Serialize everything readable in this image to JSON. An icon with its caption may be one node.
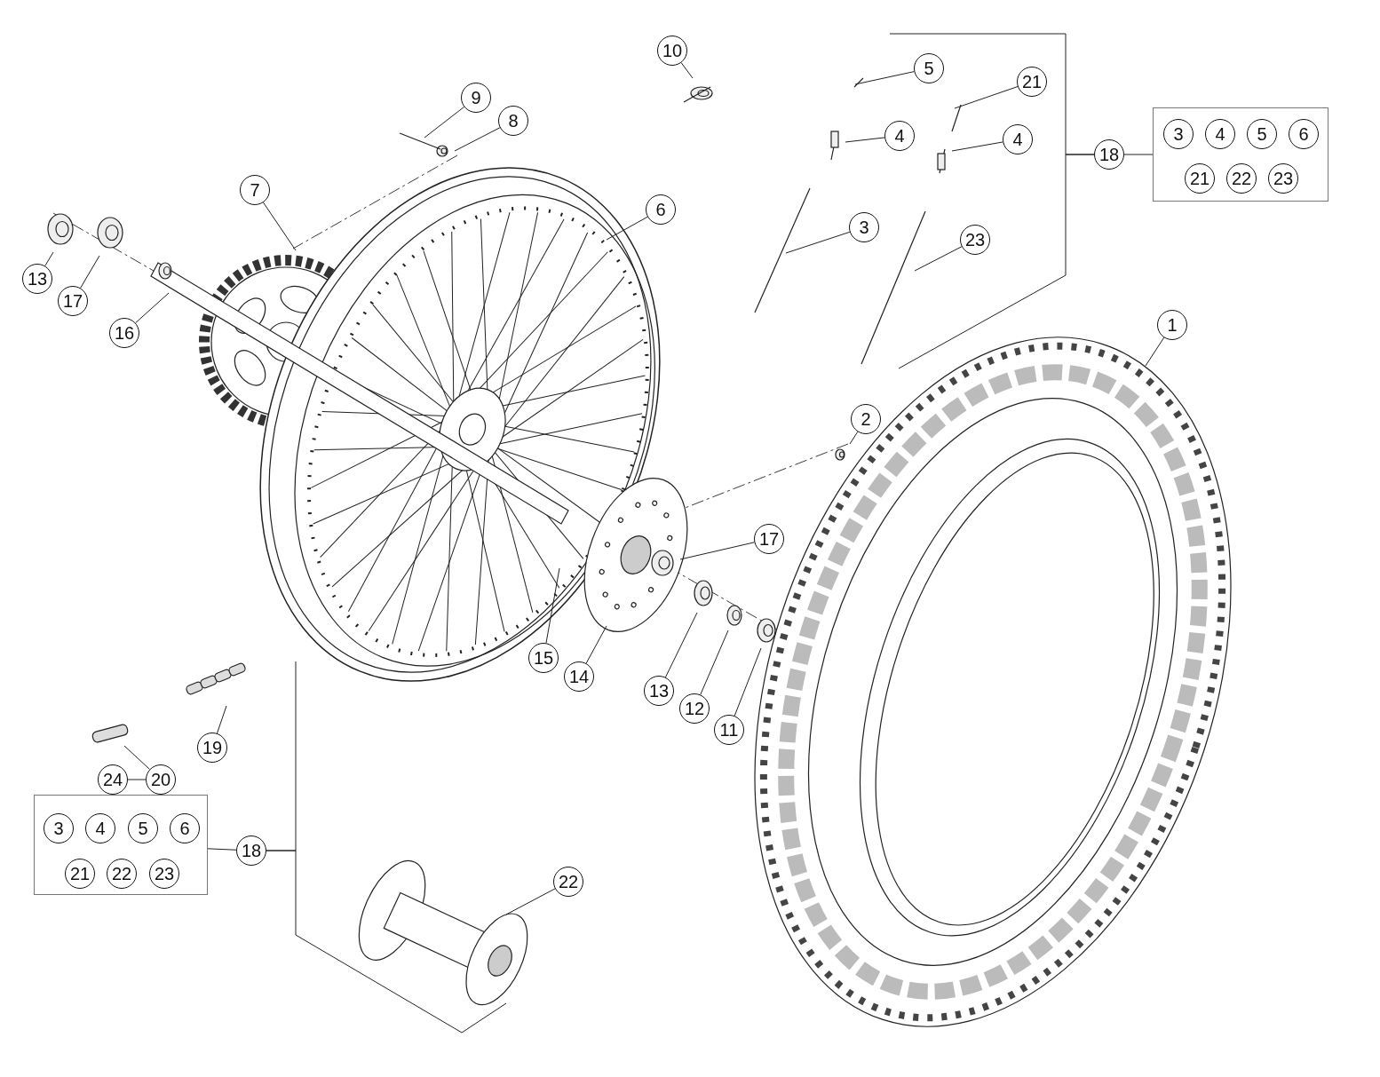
{
  "diagram": {
    "nodes": [
      {
        "text": [
          "10"
        ]
      },
      {
        "text": [
          "9"
        ]
      },
      {
        "text": [
          "8"
        ]
      },
      {
        "text": [
          "7"
        ]
      },
      {
        "text": [
          "6"
        ]
      },
      {
        "text": [
          "5"
        ]
      },
      {
        "text": [
          "21"
        ]
      },
      {
        "text": [
          "4"
        ]
      },
      {
        "text": [
          "4"
        ]
      },
      {
        "text": [
          "18"
        ]
      },
      {
        "text": [],
        "shape": "box"
      },
      {
        "text": [
          "3"
        ],
        "in": 10
      },
      {
        "text": [
          "4"
        ],
        "in": 10
      },
      {
        "text": [
          "5"
        ],
        "in": 10
      },
      {
        "text": [
          "6"
        ],
        "in": 10
      },
      {
        "text": [
          "21"
        ],
        "in": 10
      },
      {
        "text": [
          "22"
        ],
        "in": 10
      },
      {
        "text": [
          "23"
        ],
        "in": 10
      },
      {
        "text": [
          "3"
        ]
      },
      {
        "text": [
          "23"
        ]
      },
      {
        "text": [
          "13"
        ]
      },
      {
        "text": [
          "17"
        ]
      },
      {
        "text": [
          "16"
        ]
      },
      {
        "text": [
          "1"
        ]
      },
      {
        "text": [
          "2"
        ]
      },
      {
        "text": [
          "17"
        ]
      },
      {
        "text": [
          "15"
        ]
      },
      {
        "text": [
          "14"
        ]
      },
      {
        "text": [
          "13"
        ]
      },
      {
        "text": [
          "12"
        ]
      },
      {
        "text": [
          "11"
        ]
      },
      {
        "text": [
          "19"
        ]
      },
      {
        "text": [
          "24"
        ]
      },
      {
        "text": [
          "20"
        ]
      },
      {
        "text": [],
        "shape": "box"
      },
      {
        "text": [
          "3"
        ],
        "in": 34
      },
      {
        "text": [
          "4"
        ],
        "in": 34
      },
      {
        "text": [
          "5"
        ],
        "in": 34
      },
      {
        "text": [
          "6"
        ],
        "in": 34
      },
      {
        "text": [
          "21"
        ],
        "in": 34
      },
      {
        "text": [
          "22"
        ],
        "in": 34
      },
      {
        "text": [
          "23"
        ],
        "in": 34
      },
      {
        "text": [
          "18"
        ]
      },
      {
        "text": [
          "22"
        ]
      }
    ],
    "edges": [
      {
        "from": 0,
        "to": null,
        "arrow": "none"
      },
      {
        "from": 1,
        "to": null,
        "arrow": "none"
      },
      {
        "from": 2,
        "to": null,
        "arrow": "none"
      },
      {
        "from": 3,
        "to": null,
        "arrow": "none"
      },
      {
        "from": 4,
        "to": null,
        "arrow": "none"
      },
      {
        "from": 5,
        "to": null,
        "arrow": "none"
      },
      {
        "from": 6,
        "to": null,
        "arrow": "none"
      },
      {
        "from": 7,
        "to": null,
        "arrow": "none"
      },
      {
        "from": 8,
        "to": null,
        "arrow": "none"
      },
      {
        "from": 9,
        "to": 10,
        "arrow": "none"
      },
      {
        "from": 9,
        "to": null,
        "arrow": "none"
      },
      {
        "from": 18,
        "to": null,
        "arrow": "none"
      },
      {
        "from": 19,
        "to": null,
        "arrow": "none"
      },
      {
        "from": 20,
        "to": null,
        "arrow": "none"
      },
      {
        "from": 21,
        "to": null,
        "arrow": "none"
      },
      {
        "from": 22,
        "to": null,
        "arrow": "none"
      },
      {
        "from": 23,
        "to": null,
        "arrow": "none"
      },
      {
        "from": 24,
        "to": null,
        "arrow": "none"
      },
      {
        "from": 25,
        "to": null,
        "arrow": "none"
      },
      {
        "from": 26,
        "to": null,
        "arrow": "none"
      },
      {
        "from": 27,
        "to": null,
        "arrow": "none"
      },
      {
        "from": 28,
        "to": null,
        "arrow": "none"
      },
      {
        "from": 29,
        "to": null,
        "arrow": "none"
      },
      {
        "from": 30,
        "to": null,
        "arrow": "none"
      },
      {
        "from": 31,
        "to": null,
        "arrow": "none"
      },
      {
        "from": 32,
        "to": 33,
        "arrow": "none"
      },
      {
        "from": 33,
        "to": null,
        "arrow": "none"
      },
      {
        "from": 42,
        "to": 34,
        "arrow": "none"
      },
      {
        "from": 42,
        "to": null,
        "arrow": "none"
      },
      {
        "from": 43,
        "to": null,
        "arrow": "none"
      }
    ]
  }
}
